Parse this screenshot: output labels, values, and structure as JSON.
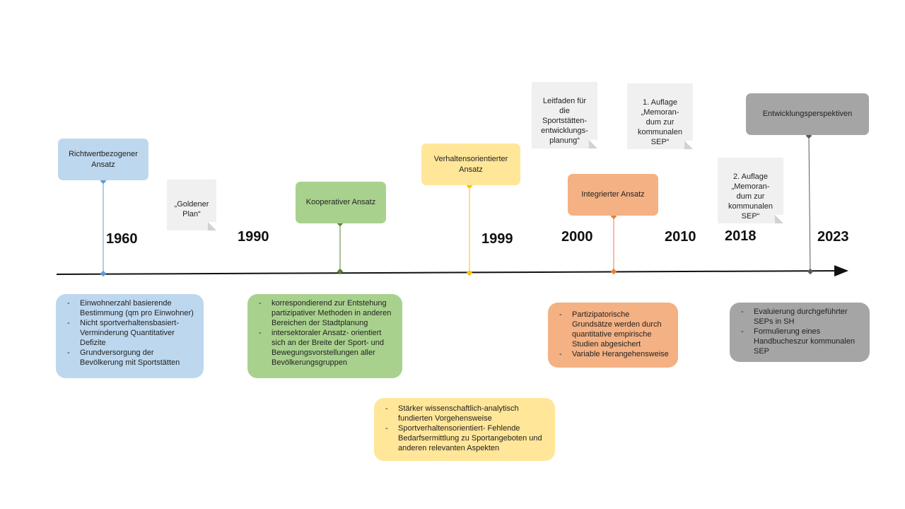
{
  "timeline": {
    "years": [
      "1960",
      "1990",
      "1999",
      "2000",
      "2010",
      "2018",
      "2023"
    ]
  },
  "colors": {
    "blue": "#bdd7ee",
    "blue_line": "#5b9bd5",
    "green": "#a9d18e",
    "green_line": "#548235",
    "yellow": "#ffe699",
    "yellow_line": "#ffc000",
    "orange": "#f4b183",
    "orange_line": "#ed7d31",
    "gray": "#a5a5a5",
    "gray_line": "#595959"
  },
  "approaches": {
    "richtwert": "Richtwertbezogener Ansatz",
    "kooperativ": "Kooperativer Ansatz",
    "verhalten": "Verhaltensorientierter Ansatz",
    "integriert": "Integrierter Ansatz",
    "perspektiven": "Entwicklungsperspektiven"
  },
  "notes": {
    "goldener_plan": "„Goldener\nPlan“",
    "leitfaden": "Leitfaden für\ndie\nSportstätten-\nentwicklungs-\nplanung“",
    "auflage1": "1. Auflage\n„Memoran-\ndum zur\nkommunalen\nSEP“",
    "auflage2": "2. Auflage\n„Memoran-\ndum zur\nkommunalen\nSEP“"
  },
  "descriptions": {
    "blue": [
      "Einwohnerzahl basierende Bestimmung (qm pro Einwohner)",
      "Nicht sportverhaltensbasiert- Verminderung Quantitativer Defizite",
      "Grundversorgung der Bevölkerung mit Sportstätten"
    ],
    "green": [
      "korrespondierend zur Entstehung partizipativer Methoden in anderen Bereichen der Stadtplanung",
      "intersektoraler Ansatz- orientiert sich an der Breite der Sport- und Bewegungsvorstellungen aller Bevölkerungsgruppen"
    ],
    "yellow": [
      "Stärker wissenschaftlich-analytisch fundierten Vorgehensweise",
      "Sportverhaltensorientiert- Fehlende Bedarfsermittlung zu Sportangeboten und anderen relevanten Aspekten"
    ],
    "orange": [
      "Partizipatorische Grundsätze werden durch quantitative empirische Studien abgesichert",
      "Variable Herangehensweise"
    ],
    "gray": [
      "Evaluierung durchgeführter SEPs in SH",
      "Formulierung eines Handbucheszur kommunalen SEP"
    ]
  }
}
